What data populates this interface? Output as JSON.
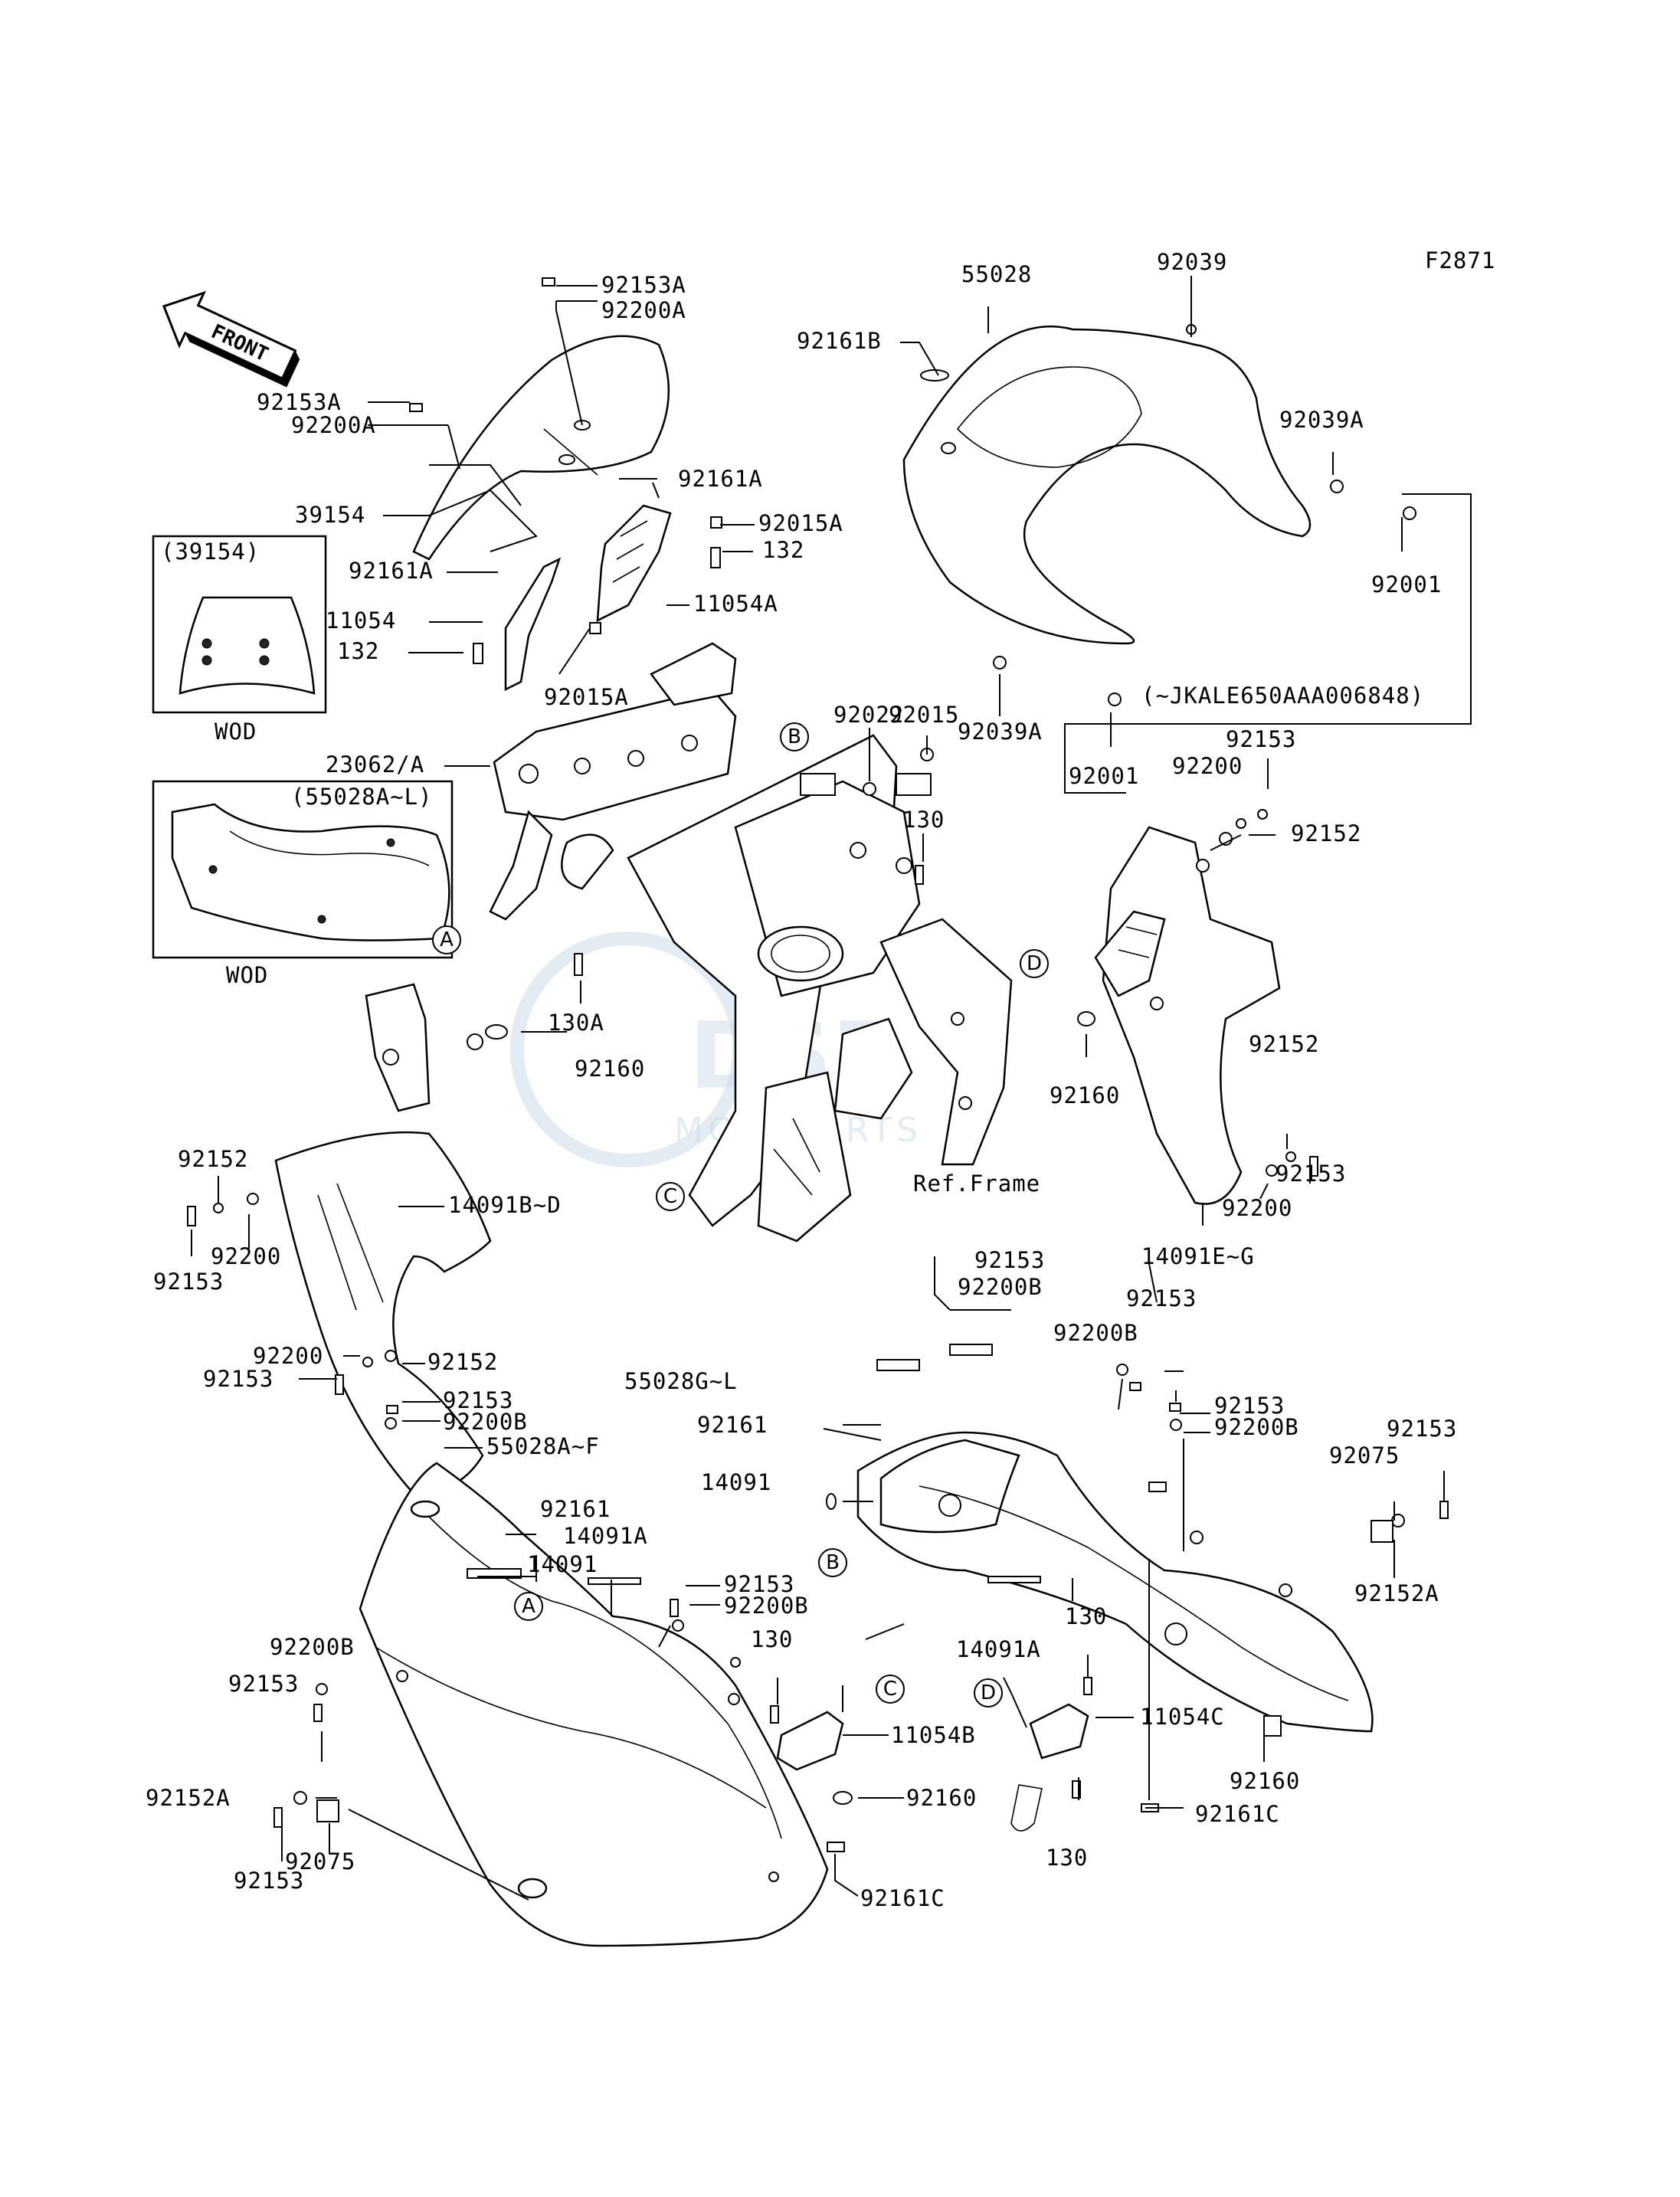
{
  "figure_code": "F2871",
  "front_arrow_text": "FRONT",
  "wod_label": "WOD",
  "inset_boxes": {
    "windshield_ref": "(39154)",
    "cowling_ref": "(55028A~L)",
    "serial_note": "(~JKALE650AAA006848)"
  },
  "reference_letters": [
    "A",
    "B",
    "C",
    "D"
  ],
  "ref_frame_label": "Ref.Frame",
  "part_labels": [
    "92153A",
    "92200A",
    "92153A",
    "92200A",
    "39154",
    "92161A",
    "11054",
    "132",
    "92015A",
    "23062/A",
    "92161A",
    "92015A",
    "132",
    "11054A",
    "55028",
    "92039",
    "92161B",
    "92039A",
    "92001",
    "92039A",
    "92001",
    "92015",
    "92022",
    "130",
    "92153",
    "92200",
    "92152",
    "130A",
    "92160",
    "92152",
    "92200",
    "92153",
    "14091B~D",
    "92160",
    "92152",
    "92153",
    "92200",
    "14091E~G",
    "92200",
    "92152",
    "92153",
    "92153",
    "92200B",
    "55028A~F",
    "92161",
    "14091",
    "14091A",
    "92153",
    "92200B",
    "130",
    "11054B",
    "92200B",
    "92153",
    "92152A",
    "92153",
    "92075",
    "92160",
    "92161C",
    "92153",
    "92200B",
    "55028G~L",
    "92161",
    "14091",
    "92153",
    "92200B",
    "92153",
    "92200B",
    "92153",
    "92075",
    "92152A",
    "14091A",
    "130",
    "11054C",
    "92160",
    "92161C",
    "130"
  ],
  "watermark": {
    "brand": "DSR",
    "sub": "MOTOPARTS"
  }
}
